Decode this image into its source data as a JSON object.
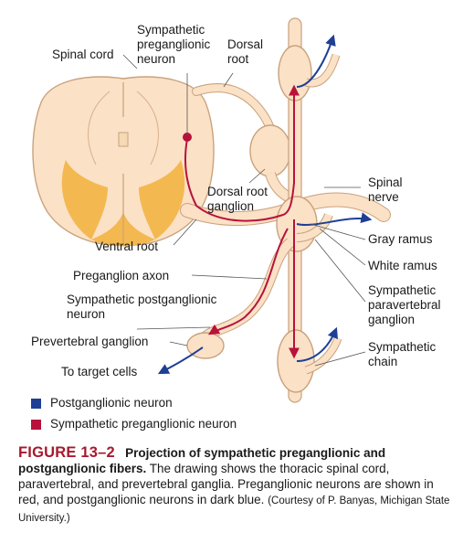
{
  "labels": {
    "spinal_cord": "Spinal cord",
    "sympathetic_preganglionic_neuron": [
      "Sympathetic",
      "preganglionic",
      "neuron"
    ],
    "dorsal_root": [
      "Dorsal",
      "root"
    ],
    "dorsal_root_ganglion": [
      "Dorsal root",
      "ganglion"
    ],
    "spinal_nerve": [
      "Spinal",
      "nerve"
    ],
    "ventral_root": "Ventral root",
    "gray_ramus": "Gray ramus",
    "white_ramus": "White ramus",
    "preganglion_axon": "Preganglion axon",
    "sympathetic_postganglionic_neuron": [
      "Sympathetic postganglionic",
      "neuron"
    ],
    "sympathetic_paravertebral_ganglion": [
      "Sympathetic",
      "paravertebral",
      "ganglion"
    ],
    "prevertebral_ganglion": "Prevertebral ganglion",
    "sympathetic_chain": [
      "Sympathetic",
      "chain"
    ],
    "to_target_cells": "To target cells"
  },
  "legend": [
    {
      "label": "Postganglionic neuron",
      "color": "#1f3f95"
    },
    {
      "label": "Sympathetic preganglionic neuron",
      "color": "#b8123b"
    }
  ],
  "caption": {
    "figure_number": "FIGURE 13–2",
    "title": "Projection of sympathetic preganglionic and postganglionic fibers.",
    "body": "The drawing shows the thoracic spinal cord, paravertebral, and prevertebral ganglia. Preganglionic neurons are shown in red, and postganglionic neurons in dark blue.",
    "credit": "(Courtesy of P. Banyas, Michigan State University.)"
  },
  "colors": {
    "tissue": "#fbe1c6",
    "tissue_outline": "#c9a27d",
    "gray_matter": "#f2b64a",
    "preganglionic": "#b8123b",
    "postganglionic": "#1f3f95",
    "figure_number": "#a6192e"
  }
}
